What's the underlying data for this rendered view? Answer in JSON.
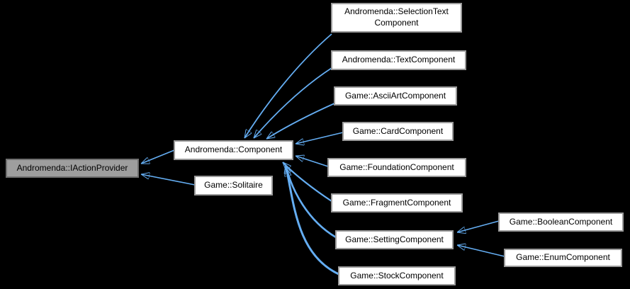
{
  "diagram": {
    "type": "class-inheritance-graph",
    "background_color": "#000000",
    "arrow_color": "#64ADF2",
    "node_fill": "#FFFFFF",
    "node_border_color": "#9A9A9A",
    "highlighted_node_fill": "#9E9E9E",
    "highlighted_node_border_color": "#707070",
    "text_color": "#000000",
    "nodes": {
      "iactionprovider": {
        "label": "Andromenda::IActionProvider",
        "highlighted": true
      },
      "component": {
        "label": "Andromenda::Component",
        "highlighted": false
      },
      "solitaire": {
        "label": "Game::Solitaire",
        "highlighted": false
      },
      "selectiontextcomponent": {
        "label": "Andromenda::SelectionText\nComponent",
        "highlighted": false
      },
      "textcomponent": {
        "label": "Andromenda::TextComponent",
        "highlighted": false
      },
      "asciiartcomponent": {
        "label": "Game::AsciiArtComponent",
        "highlighted": false
      },
      "cardcomponent": {
        "label": "Game::CardComponent",
        "highlighted": false
      },
      "foundationcomponent": {
        "label": "Game::FoundationComponent",
        "highlighted": false
      },
      "fragmentcomponent": {
        "label": "Game::FragmentComponent",
        "highlighted": false
      },
      "settingcomponent": {
        "label": "Game::SettingComponent",
        "highlighted": false
      },
      "stockcomponent": {
        "label": "Game::StockComponent",
        "highlighted": false
      },
      "booleancomponent": {
        "label": "Game::BooleanComponent",
        "highlighted": false
      },
      "enumcomponent": {
        "label": "Game::EnumComponent",
        "highlighted": false
      }
    },
    "edges": [
      {
        "from": "Andromenda::Component",
        "to": "Andromenda::IActionProvider"
      },
      {
        "from": "Game::Solitaire",
        "to": "Andromenda::IActionProvider"
      },
      {
        "from": "Andromenda::SelectionTextComponent",
        "to": "Andromenda::Component"
      },
      {
        "from": "Andromenda::TextComponent",
        "to": "Andromenda::Component"
      },
      {
        "from": "Game::AsciiArtComponent",
        "to": "Andromenda::Component"
      },
      {
        "from": "Game::CardComponent",
        "to": "Andromenda::Component"
      },
      {
        "from": "Game::FoundationComponent",
        "to": "Andromenda::Component"
      },
      {
        "from": "Game::FragmentComponent",
        "to": "Andromenda::Component"
      },
      {
        "from": "Game::SettingComponent",
        "to": "Andromenda::Component"
      },
      {
        "from": "Game::StockComponent",
        "to": "Andromenda::Component"
      },
      {
        "from": "Game::BooleanComponent",
        "to": "Game::SettingComponent"
      },
      {
        "from": "Game::EnumComponent",
        "to": "Game::SettingComponent"
      }
    ]
  }
}
